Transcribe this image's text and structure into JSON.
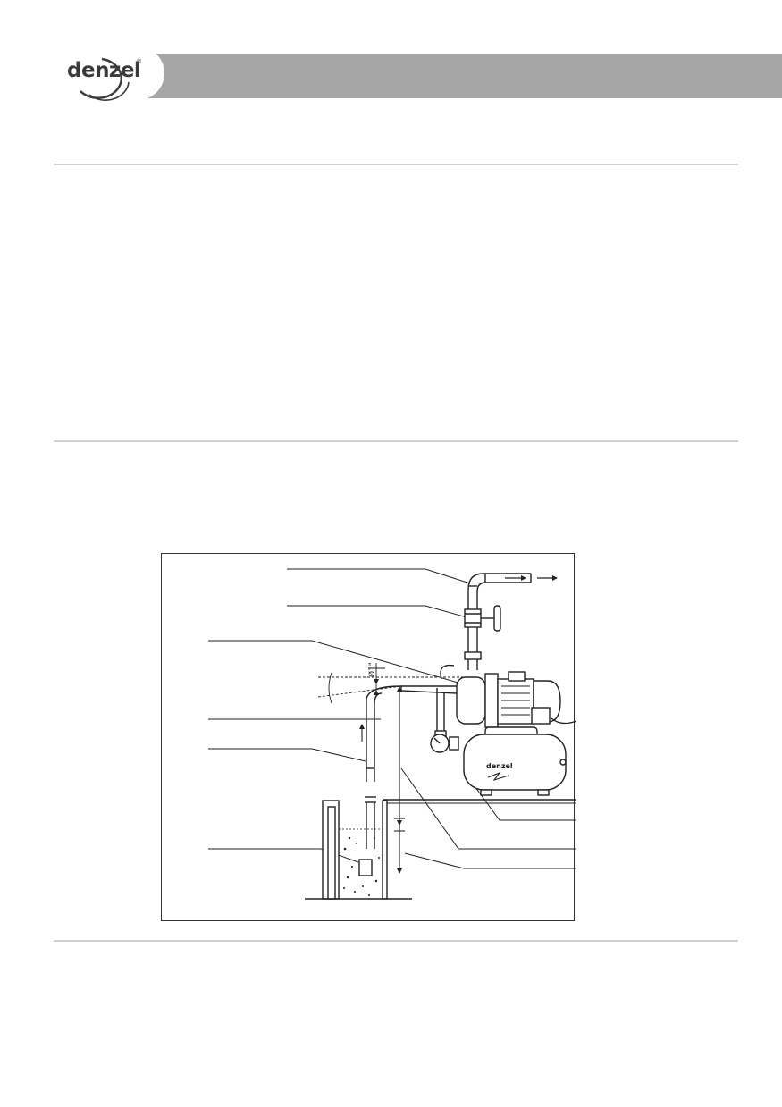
{
  "header": {
    "logo": {
      "text": "denzel",
      "registered_mark": "®"
    }
  },
  "figure": {
    "dimension_labels": {
      "pipe_diameter": "Ø1\""
    },
    "pump_brand_label": "denzel"
  }
}
